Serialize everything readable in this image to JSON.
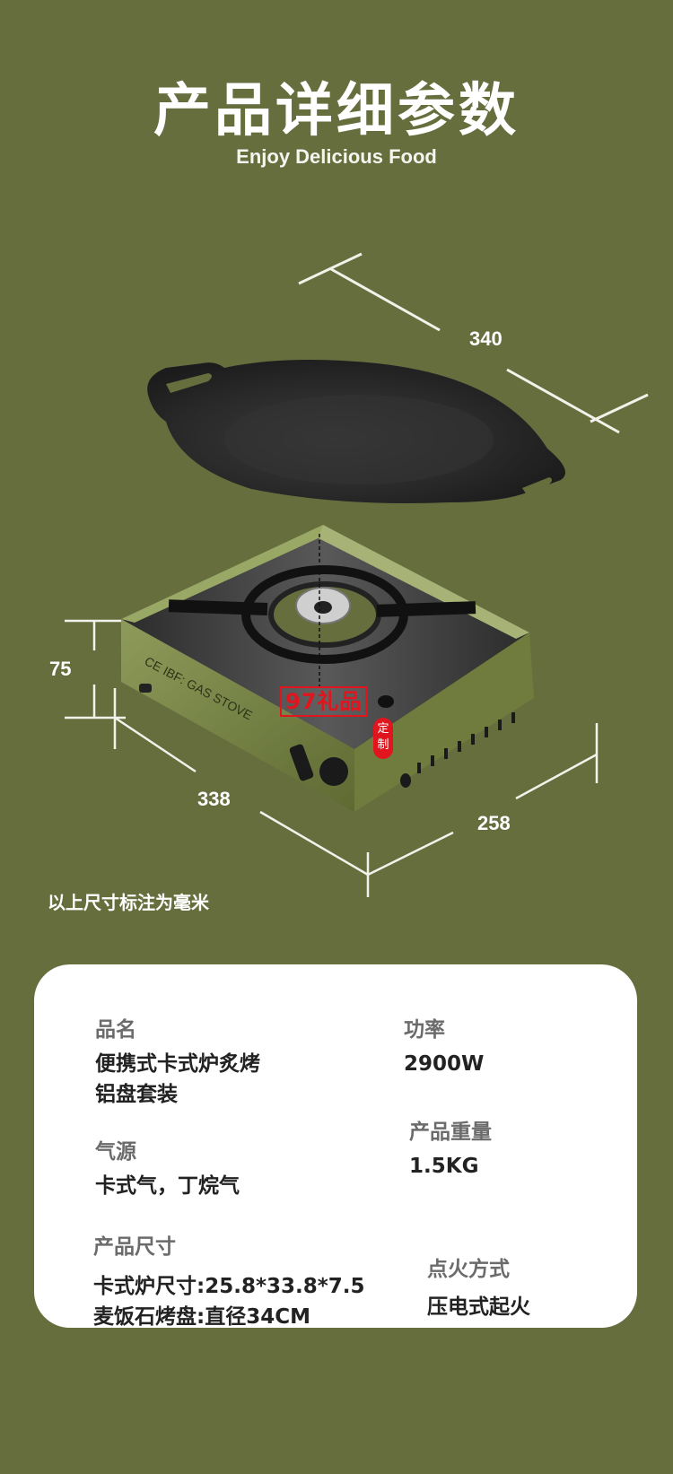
{
  "header": {
    "title": "产品详细参数",
    "subtitle": "Enjoy Delicious Food"
  },
  "dimensions": {
    "pan_diameter": "340",
    "stove_height": "75",
    "stove_length": "338",
    "stove_width": "258",
    "unit_note": "以上尺寸标注为毫米"
  },
  "product_image": {
    "pan": "maifanshi-grill-pan",
    "stove": "portable-cassette-gas-stove",
    "stove_printed_text": "CE IBF GAS STOVE"
  },
  "watermark": {
    "brand": "97礼品",
    "seal": "定制"
  },
  "specs": {
    "name": {
      "label": "品名",
      "value_line1": "便携式卡式炉炙烤",
      "value_line2": "铝盘套装"
    },
    "power": {
      "label": "功率",
      "value": "2900W"
    },
    "gas": {
      "label": "气源",
      "value": "卡式气，丁烷气"
    },
    "weight": {
      "label": "产品重量",
      "value": "1.5KG"
    },
    "size": {
      "label": "产品尺寸",
      "value_line1": "卡式炉尺寸:25.8*33.8*7.5",
      "value_line2": "麦饭石烤盘:直径34CM"
    },
    "ignition": {
      "label": "点火方式",
      "value": "压电式起火"
    }
  },
  "colors": {
    "background": "#666e3e",
    "card": "#ffffff",
    "label_gray": "#6b6b6b",
    "value_dark": "#222222",
    "stove_green": "#7d8a4a",
    "watermark_red": "#e0151e"
  }
}
